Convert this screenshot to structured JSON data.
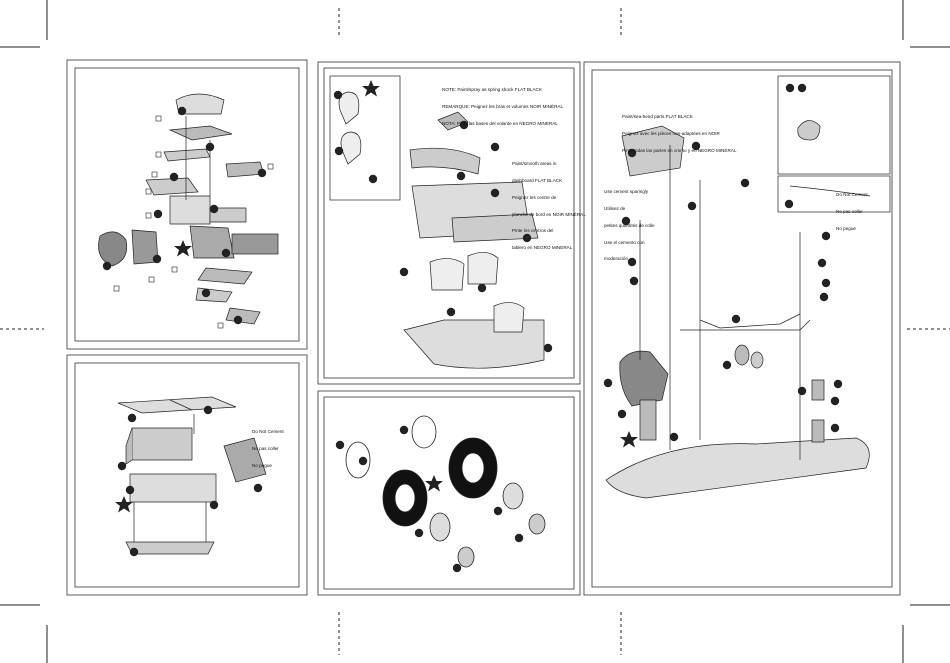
{
  "page": {
    "title": "Model Kit Assembly Instructions"
  },
  "notes": {
    "tr_line1": "NOTE: Paint/spray as spring shock FLAT BLACK",
    "tr_line2": "REMARQUE: Peignez les bras et volumes NOIR MINÉRAL",
    "tr_line3": "NOTA: Pinte las bases del volante en NEGRO MINERAL",
    "tr_dash1": "Paint/smooth areas in",
    "tr_dash2": "dashboard FLAT BLACK",
    "tr_dash3": "Peignez les centre de",
    "tr_dash4": "planche de bord en NOIR MINÉRAL",
    "tr_dash5": "Pinte los centros del",
    "tr_dash6": "tablero en NEGRO MINERAL",
    "chassis_1": "Paint/sea-bend parts FLAT BLACK",
    "chassis_2": "Peignez avec les pièces non-adaptées en NOIR",
    "chassis_3": "Pinte todas las partes en cromo y en NEGRO MINERAL",
    "glue_1": "Use cement sparingly",
    "glue_2": "Utilisez de",
    "glue_3": "petites quantités de colle",
    "glue_4": "Use el cemento con",
    "glue_5": "moderación.",
    "noglue_en": "Do Not Cement",
    "noglue_fr": "Ne pas coller",
    "noglue_es": "No pegue"
  }
}
